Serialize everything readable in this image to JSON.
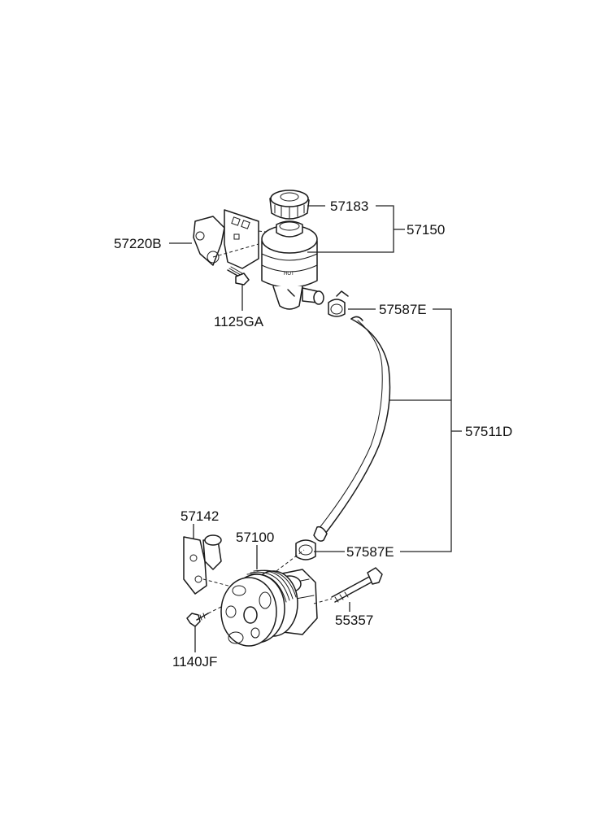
{
  "parts": {
    "cap": "57183",
    "reservoir_assy": "57150",
    "bracket_reservoir": "57220B",
    "bolt_reservoir": "1125GA",
    "clamp_top": "57587E",
    "hose_assy": "57511D",
    "bracket_pump": "57142",
    "pump": "57100",
    "clamp_bottom": "57587E",
    "bolt_long": "55357",
    "bolt_pump": "1140JF"
  },
  "reservoir_mark": "HOT"
}
